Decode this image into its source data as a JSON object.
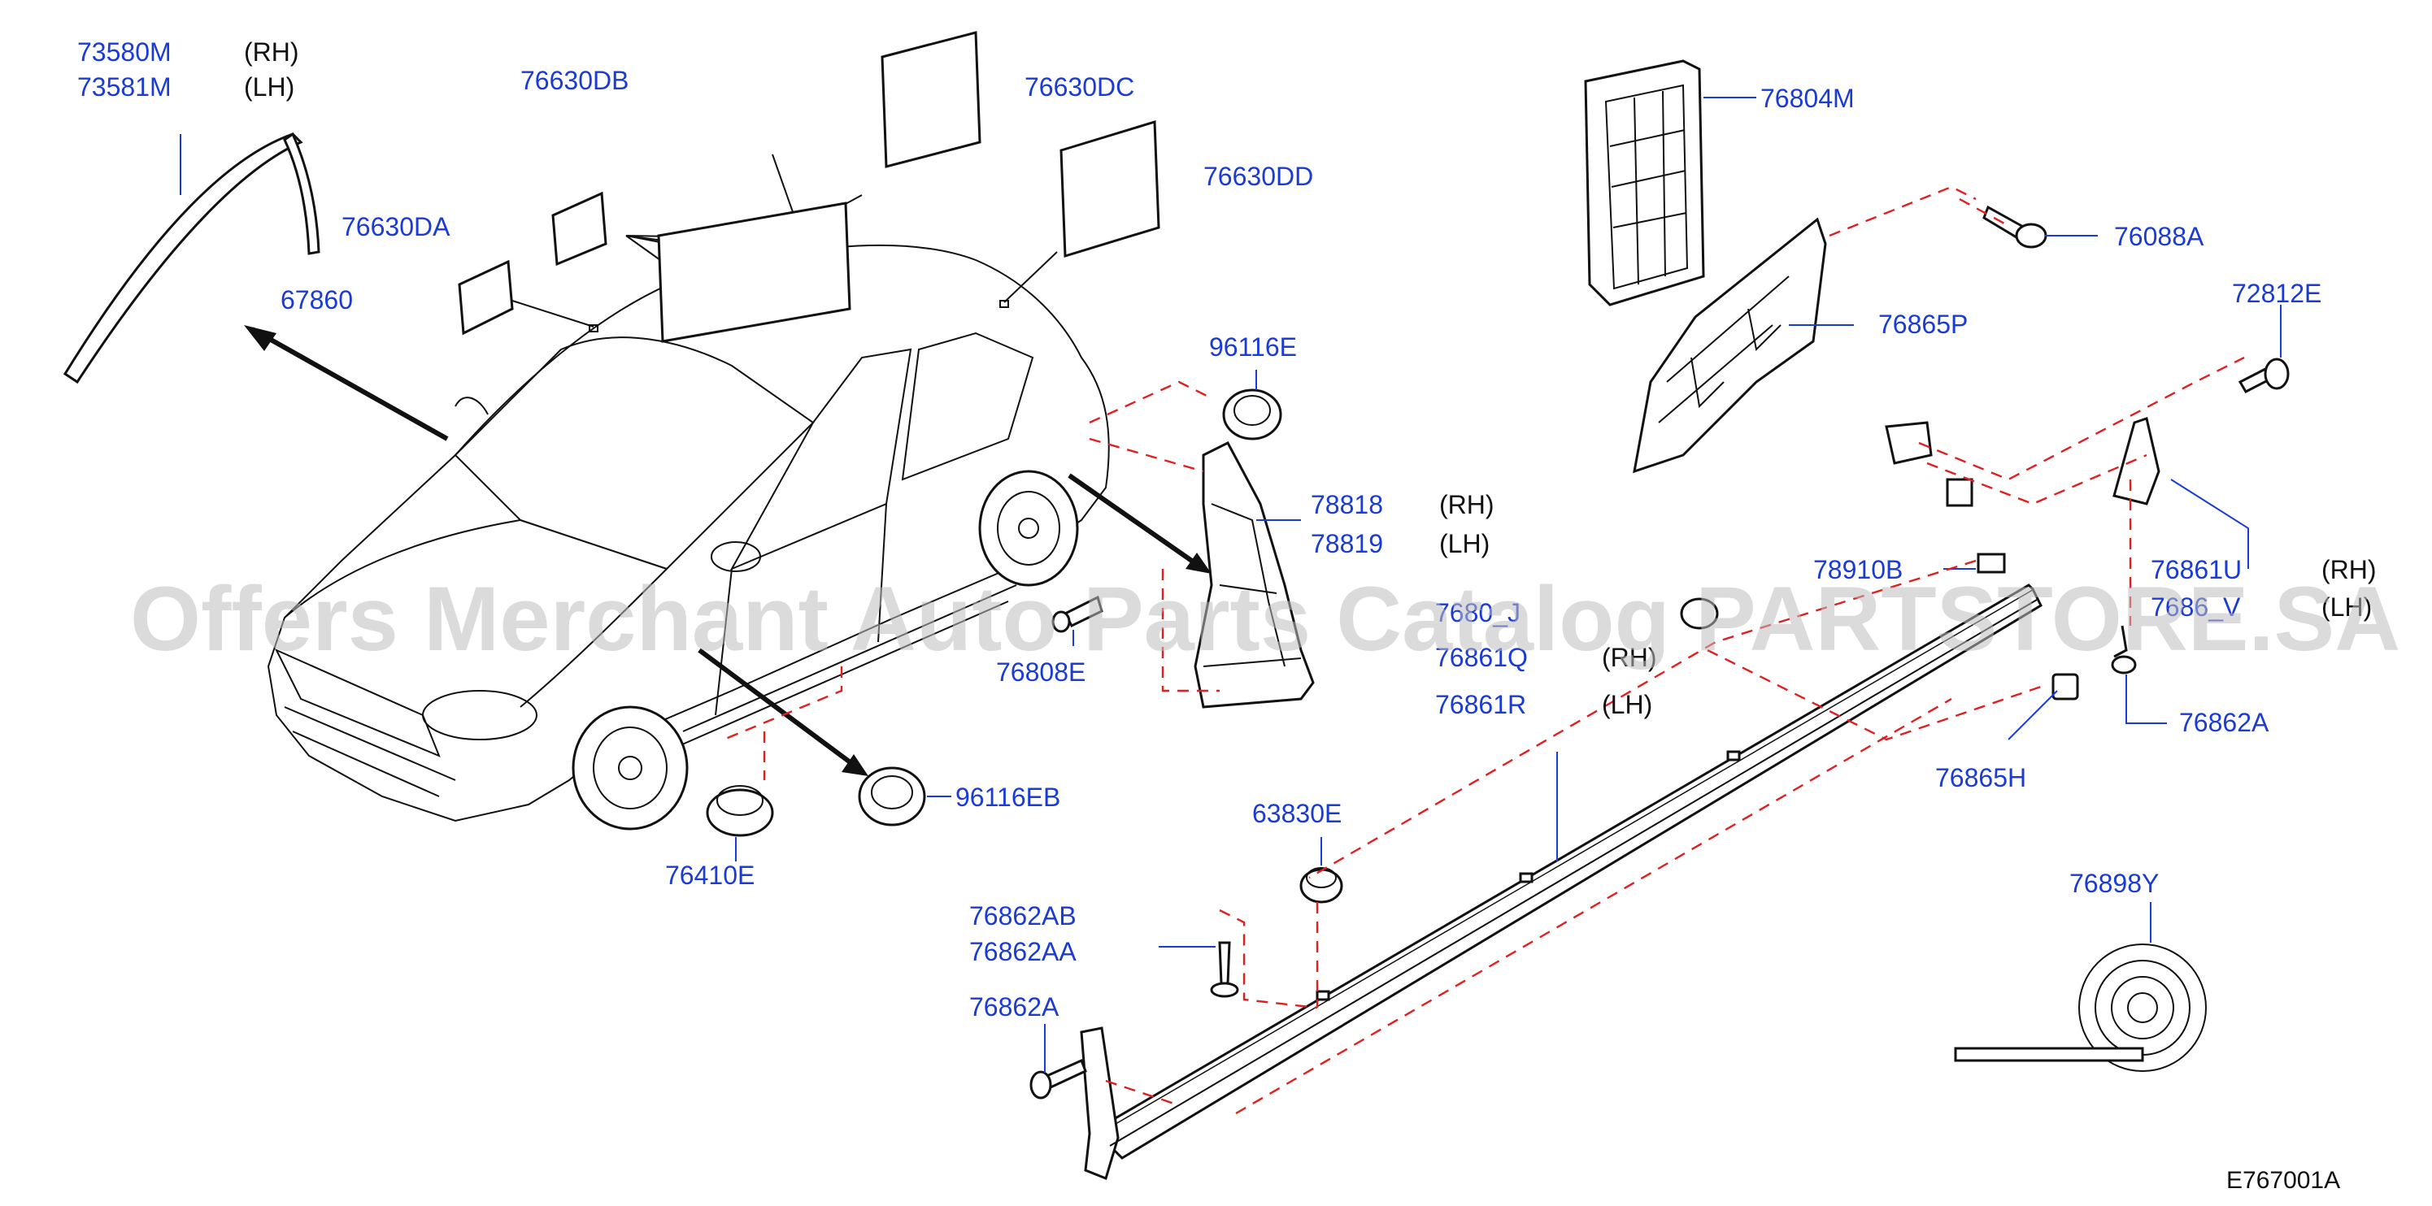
{
  "diagram": {
    "reference_code": "E767001A",
    "watermark": "Offers Merchant Auto Parts Catalog PARTSTORE.SA",
    "callouts": {
      "c73580M": "73580M",
      "c73581M": "73581M",
      "c76630DB": "76630DB",
      "c76630DC": "76630DC",
      "c76630DD": "76630DD",
      "c76630DA": "76630DA",
      "c67860": "67860",
      "c76804M": "76804M",
      "c76088A": "76088A",
      "c76865P": "76865P",
      "c72812E": "72812E",
      "c96116E": "96116E",
      "c78818": "78818",
      "c78819": "78819",
      "c78910B": "78910B",
      "c76861U": "76861U",
      "c76861V": "7686_V",
      "c76808E": "76808E",
      "c76861J": "7680_J",
      "c76861Q": "76861Q",
      "c76861R": "76861R",
      "c76862A_r": "76862A",
      "c76865H": "76865H",
      "c96116EB": "96116EB",
      "c76410E": "76410E",
      "c63830E": "63830E",
      "c76862AB": "76862AB",
      "c76862AA": "76862AA",
      "c76862A_l": "76862A",
      "c76898Y": "76898Y"
    },
    "sides": {
      "rh_1": "(RH)",
      "lh_1": "(LH)",
      "rh_2": "(RH)",
      "lh_2": "(LH)",
      "rh_3": "(RH)",
      "lh_3": "(LH)",
      "rh_4": "(RH)",
      "lh_4": "(LH)"
    }
  }
}
